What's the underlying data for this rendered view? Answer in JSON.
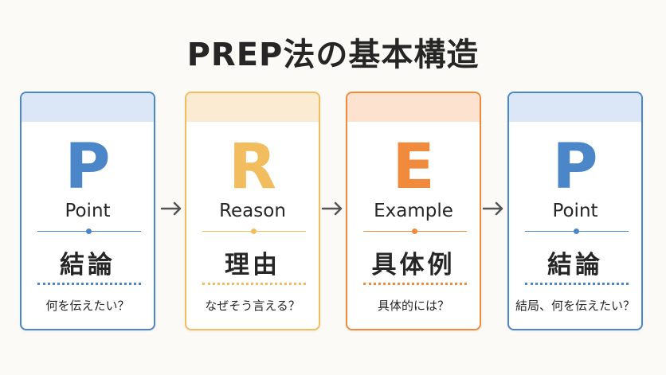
{
  "title": "PREP法の基本構造",
  "colors": {
    "blue": "#4a86c8",
    "blue_band": "#dbe7f6",
    "orange_light": "#f1bd5e",
    "orange_light_band": "#fcebd3",
    "orange": "#f08a3c",
    "orange_band": "#fde3cf",
    "arrow": "#555555"
  },
  "cards": [
    {
      "letter": "P",
      "word": "Point",
      "jp": "結論",
      "question": "何を伝えたい？",
      "theme": "blue"
    },
    {
      "letter": "R",
      "word": "Reason",
      "jp": "理由",
      "question": "なぜそう言える？",
      "theme": "orange_light"
    },
    {
      "letter": "E",
      "word": "Example",
      "jp": "具体例",
      "question": "具体的には？",
      "theme": "orange"
    },
    {
      "letter": "P",
      "word": "Point",
      "jp": "結論",
      "question": "結局、何を伝えたい？",
      "theme": "blue"
    }
  ],
  "arrow_icon": "arrow-right-icon"
}
